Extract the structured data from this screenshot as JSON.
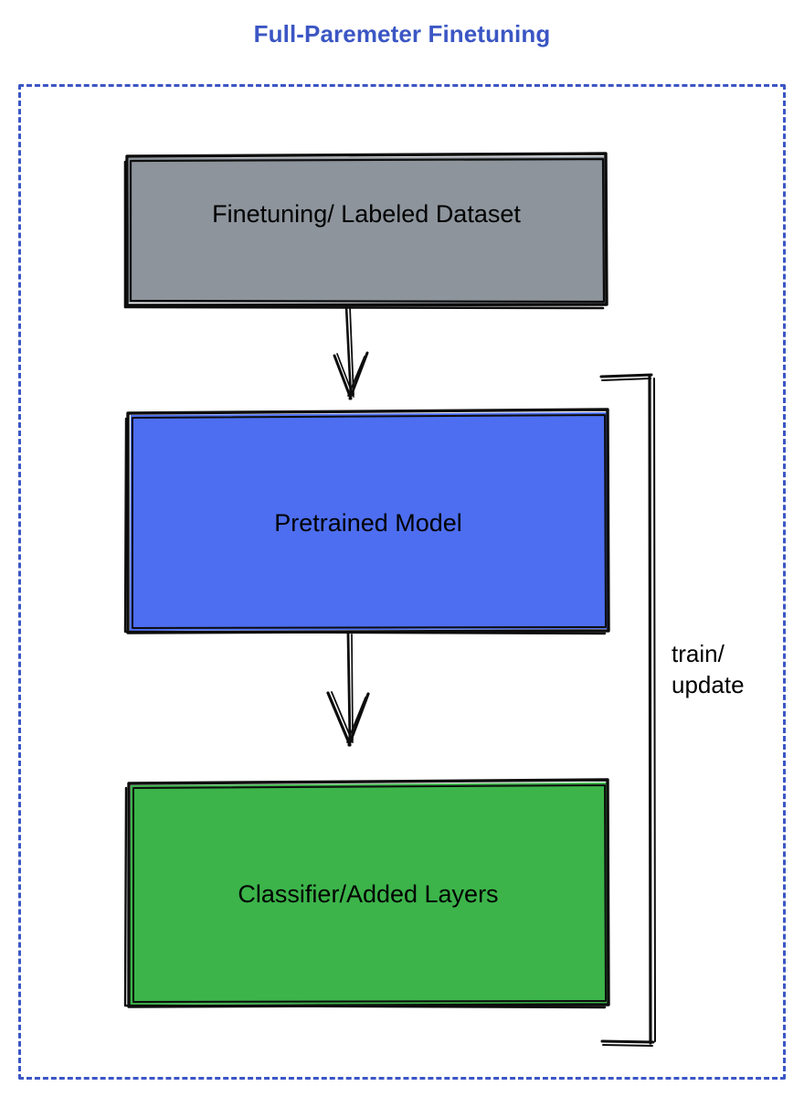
{
  "diagram": {
    "title": "Full-Paremeter Finetuning",
    "title_color": "#3b56c4",
    "frame": {
      "style": "dashed",
      "color": "#3b56c4"
    },
    "nodes": [
      {
        "id": "dataset",
        "label": "Finetuning/ Labeled Dataset",
        "fill": "#8d949c",
        "stroke": "#0d0d0d",
        "text_color": "#000000"
      },
      {
        "id": "pretrained",
        "label": "Pretrained Model",
        "fill": "#4d6ef0",
        "stroke": "#0d0d0d",
        "text_color": "#000000"
      },
      {
        "id": "classifier",
        "label": "Classifier/Added Layers",
        "fill": "#3cb44a",
        "stroke": "#0d0d0d",
        "text_color": "#000000"
      }
    ],
    "edges": [
      {
        "id": "dataset-to-pretrained",
        "from": "dataset",
        "to": "pretrained",
        "label": "",
        "arrow": "down"
      },
      {
        "id": "pretrained-to-classifier",
        "from": "pretrained",
        "to": "classifier",
        "label": "",
        "arrow": "down"
      },
      {
        "id": "feedback-bracket",
        "from": "classifier",
        "to": "pretrained",
        "label": "train/\nupdate",
        "arrow": "none"
      }
    ]
  }
}
